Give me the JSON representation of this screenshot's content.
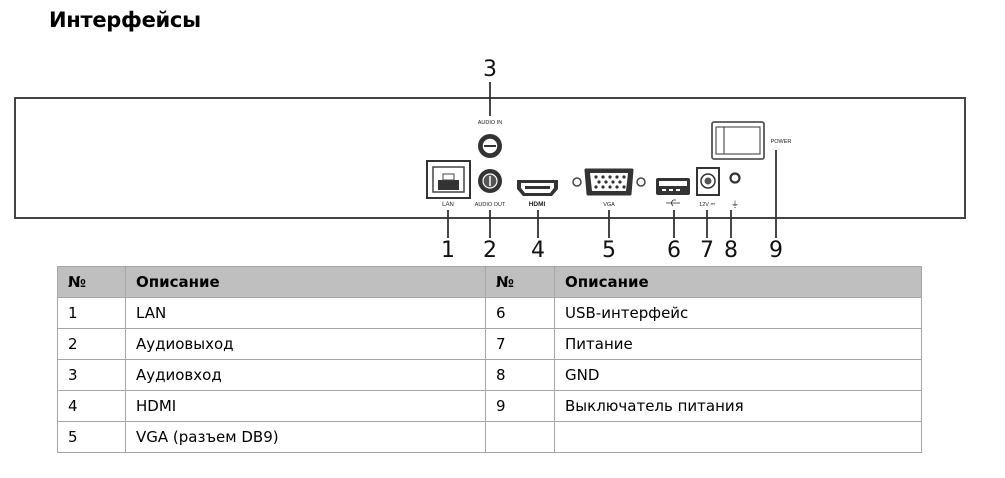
{
  "title": "Интерфейсы",
  "diagram": {
    "labels": {
      "audio_in": "AUDIO IN",
      "lan": "LAN",
      "audio_out": "AUDIO OUT",
      "hdmi": "HDMI",
      "vga": "VGA",
      "usb": "⭠⭢",
      "power_in": "12V ⎓",
      "gnd": "⏚",
      "power_switch": "POWER"
    },
    "callouts": [
      "1",
      "2",
      "3",
      "4",
      "5",
      "6",
      "7",
      "8",
      "9"
    ]
  },
  "table": {
    "headers": [
      "№",
      "Описание",
      "№",
      "Описание"
    ],
    "rows": [
      [
        "1",
        "LAN",
        "6",
        "USB-интерфейс"
      ],
      [
        "2",
        "Аудиовыход",
        "7",
        "Питание"
      ],
      [
        "3",
        "Аудиовход",
        "8",
        "GND"
      ],
      [
        "4",
        "HDMI",
        "9",
        "Выключатель питания"
      ],
      [
        "5",
        "VGA (разъем DB9)",
        "",
        ""
      ]
    ]
  }
}
